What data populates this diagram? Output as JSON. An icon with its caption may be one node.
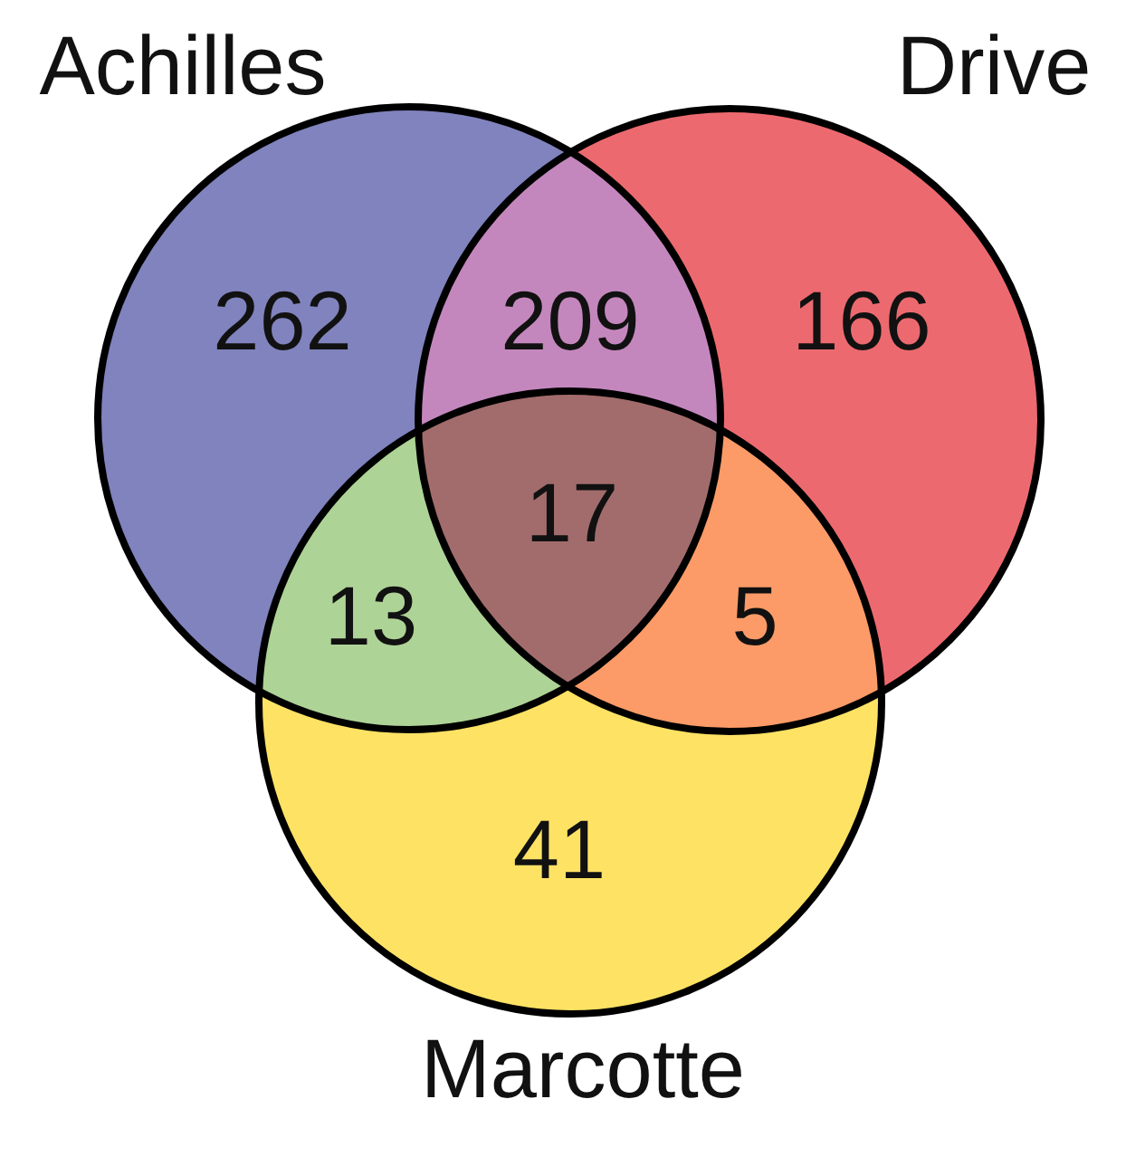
{
  "diagram": {
    "nodes": [
      {
        "text": [
          "Achilles"
        ]
      },
      {
        "text": [
          "Drive"
        ]
      },
      {
        "text": [
          "Marcotte"
        ]
      }
    ],
    "labels": [
      "262",
      "209",
      "166",
      "17",
      "13",
      "5",
      "41"
    ]
  }
}
